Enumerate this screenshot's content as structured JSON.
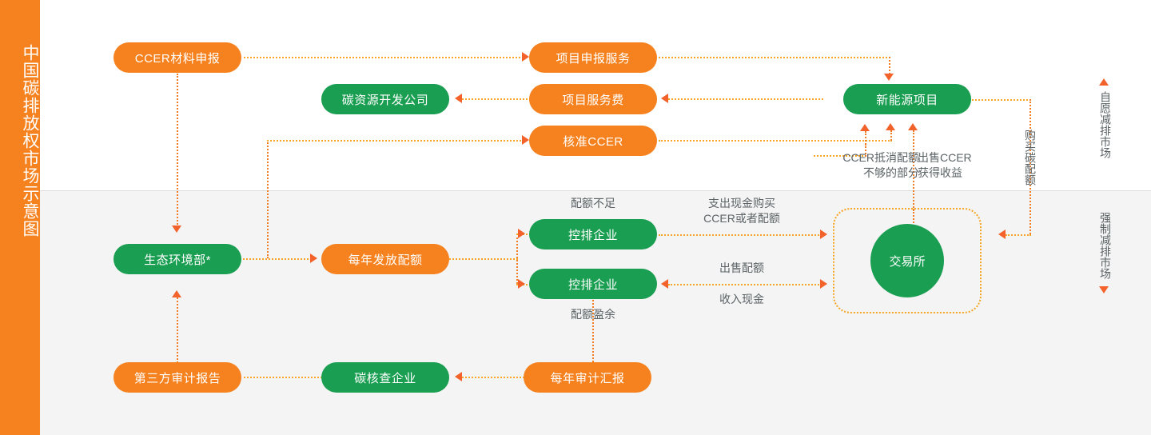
{
  "rail": {
    "title": "中国碳排放权市场示意图"
  },
  "nodes": {
    "ccer_material": "CCER材料申报",
    "project_declare_service": "项目申报服务",
    "carbon_resource_company": "碳资源开发公司",
    "project_service_fee": "项目服务费",
    "approved_ccer": "核准CCER",
    "new_energy_project": "新能源项目",
    "mee": "生态环境部*",
    "annual_quota": "每年发放配额",
    "controlled_enterprise_1": "控排企业",
    "controlled_enterprise_2": "控排企业",
    "exchange": "交易所",
    "third_party_audit_report": "第三方审计报告",
    "carbon_verification_company": "碳核查企业",
    "annual_audit_report": "每年审计汇报"
  },
  "captions": {
    "quota_shortage": "配额不足",
    "quota_surplus": "配额盈余",
    "pay_cash_buy": "支出现金购买\nCCER或者配额",
    "sell_quota": "出售配额",
    "receive_cash": "收入现金",
    "ccer_offset": "CCER抵消配额\n不够的部分",
    "sell_ccer": "出售CCER\n获得收益",
    "buy_carbon_quota": "购买碳配额"
  },
  "legend": {
    "voluntary_market": "自愿减排市场",
    "mandatory_market": "强制减排市场"
  },
  "colors": {
    "orange": "#f5821f",
    "green": "#1a9e51",
    "arrow": "#f2622a",
    "amber": "#f5a623",
    "caption_text": "#5b6366",
    "band_bottom": "#f4f4f4"
  }
}
